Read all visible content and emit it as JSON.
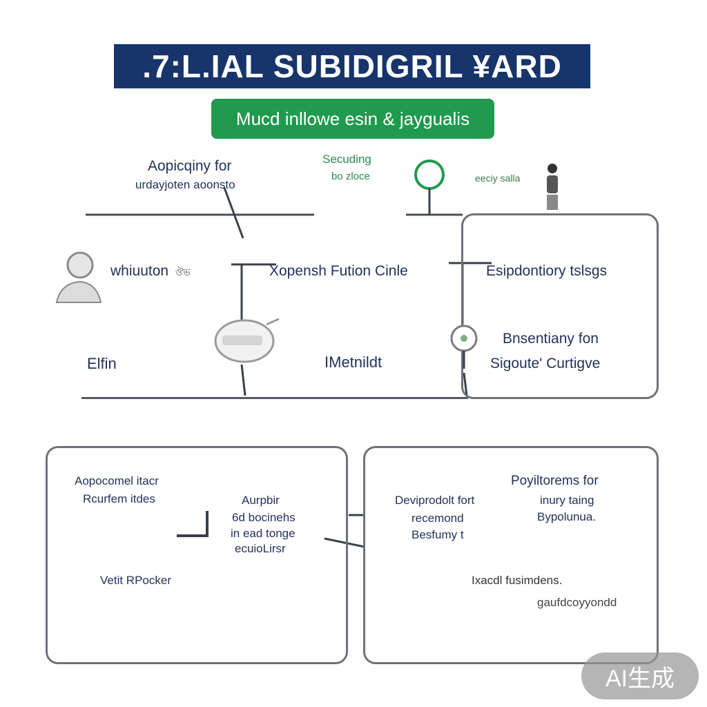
{
  "header": {
    "title": ".7:L.IAL SUBIDIGRIL ¥ARD",
    "subtitle": "Mucd inllowe esin & jaygualis"
  },
  "top_labels": {
    "left": [
      "Aopicqiny for",
      "urdayjoten aoonsto"
    ],
    "center": [
      "Secuding",
      "bo zloce"
    ],
    "right": "eeciy salla"
  },
  "upper_panel": {
    "row1": {
      "left": "whiuuton",
      "left_tag": "ঔভ",
      "middle": "Xopensh Fution Cinle",
      "right": "Esipdontiory tslsgs"
    },
    "row2": {
      "left": "Elfin",
      "middle": "IMetnildt",
      "right": [
        "Bnsentiany fon",
        "Sigoute' Curtigve"
      ]
    }
  },
  "lower_left_panel": {
    "top_left": [
      "Aopocomel itacr",
      "Rcurfem itdes"
    ],
    "center": [
      "Aurpbir",
      "6d bocinehs",
      "in ead tonge",
      "ecuioLirsr"
    ],
    "bottom": "Vetit RPocker"
  },
  "lower_right_panel": {
    "top_right": [
      "Poyiltorems for",
      "inury taing",
      "Bypolunua."
    ],
    "middle_left": [
      "Deviprodolt fort",
      "recemond",
      "Besfumy t"
    ],
    "bottom": "Ixacdl fusimdens.",
    "footer": "gaufdcoyyondd"
  },
  "watermark": "AI生成",
  "colors": {
    "title_bg": "#17346b",
    "subtitle_bg": "#1f9a4e",
    "text": "#22325a",
    "panel_border": "#6e7177"
  }
}
